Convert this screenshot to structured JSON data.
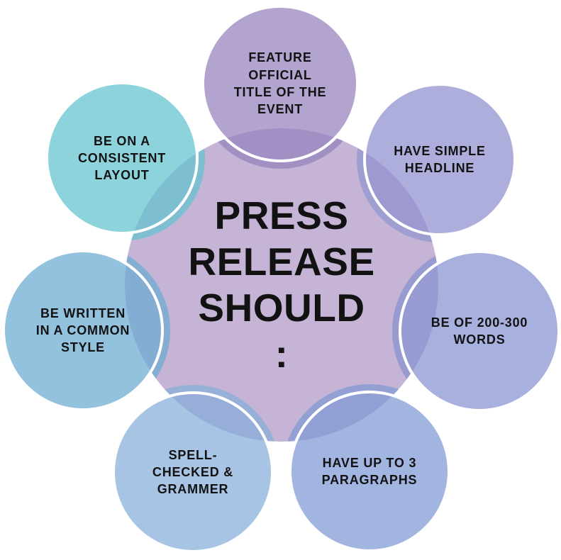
{
  "diagram": {
    "background": "#ffffff",
    "text_color": "#121212",
    "ring_color": "#ffffff",
    "center": {
      "text": "PRESS\nRELEASE\nSHOULD\n:",
      "color": "#c5b4d5"
    },
    "satellites": [
      {
        "name": "feature-official-title",
        "text": "FEATURE\nOFFICIAL\nTITLE OF THE\nEVENT",
        "fill": "rgba(148,129,188,0.72)",
        "solid": "#b2a4cf",
        "band": "#a290c3"
      },
      {
        "name": "have-simple-headline",
        "text": "HAVE SIMPLE\nHEADLINE",
        "fill": "rgba(143,143,208,0.72)",
        "solid": "#aeaedd",
        "band": "#9e9ed1"
      },
      {
        "name": "be-of-200-300-words",
        "text": "BE OF 200-300\nWORDS",
        "fill": "rgba(134,145,209,0.72)",
        "solid": "#a8b0de",
        "band": "#989bd2"
      },
      {
        "name": "have-up-to-3-paragraphs",
        "text": "HAVE UP TO 3\nPARAGRAPHS",
        "fill": "rgba(126,151,212,0.72)",
        "solid": "#a2b4e0",
        "band": "#92a0d4"
      },
      {
        "name": "spell-checked-grammer",
        "text": "SPELL-\nCHECKED &\nGRAMMER",
        "fill": "rgba(133,173,218,0.72)",
        "solid": "#a7c4e4",
        "band": "#97b0d8"
      },
      {
        "name": "be-written-common-style",
        "text": "BE WRITTEN\nIN A COMMON\nSTYLE",
        "fill": "rgba(106,170,209,0.72)",
        "solid": "#94c2de",
        "band": "#84add2"
      },
      {
        "name": "be-on-consistent-layout",
        "text": "BE ON A\nCONSISTENT\nLAYOUT",
        "fill": "rgba(97,194,206,0.72)",
        "solid": "#8ed2dc",
        "band": "#7dbfd0"
      }
    ]
  }
}
